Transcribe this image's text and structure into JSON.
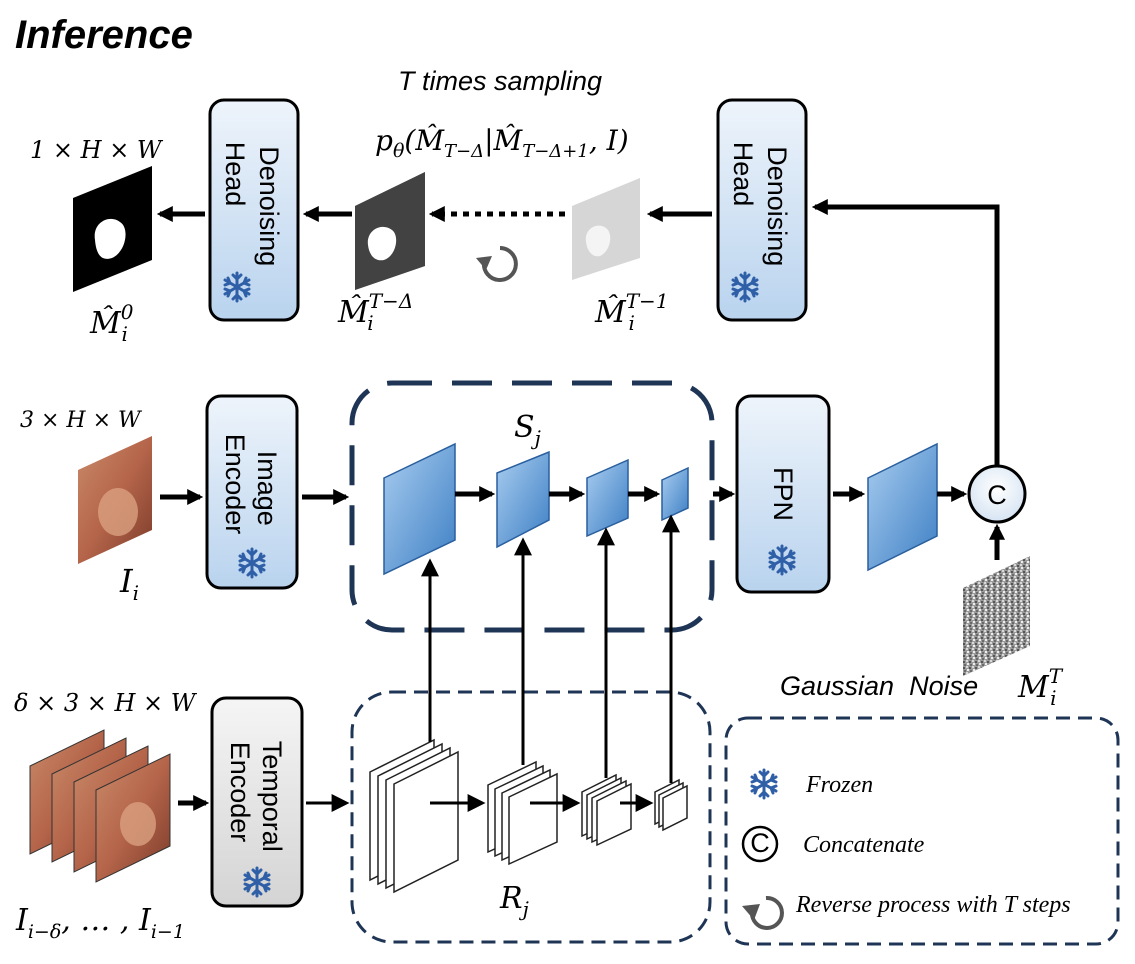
{
  "title": "Inference",
  "sampling": {
    "label": "T times sampling",
    "formula": "pθ(M̂T−Δ|M̂T−Δ+1, I)"
  },
  "dims": {
    "output": "1 × H × W",
    "image": "3 × H × W",
    "temporal": "δ × 3 × H × W"
  },
  "modules": {
    "denoising_head": "Denoising Head",
    "denoising_head_lines": [
      "Denoising",
      "Head"
    ],
    "image_encoder_lines": [
      "Image",
      "Encoder"
    ],
    "temporal_encoder_lines": [
      "Temporal",
      "Encoder"
    ],
    "fpn": "FPN",
    "concat_symbol": "C"
  },
  "symbols": {
    "mask_final": "M̂i0",
    "mask_t_delta": "M̂iT−Δ",
    "mask_t_1": "M̂iT−1",
    "image_input": "Ii",
    "temporal_input": "Ii−δ, … , Ii−1",
    "s_features": "Sj",
    "r_features": "Rj",
    "noise": "MiT"
  },
  "gaussian_noise_label": "Gaussian  Noise",
  "legend": [
    {
      "icon": "snowflake-icon",
      "label": "Frozen"
    },
    {
      "icon": "concat-icon",
      "label": "Concatenate"
    },
    {
      "icon": "reverse-arrow-icon",
      "label": "Reverse process with T steps"
    }
  ],
  "colors": {
    "frozen_box_fill": "#d6e4f3",
    "temporal_box_fill": "#e6e6e6",
    "feature_blue": "#4d93d6",
    "dashed_border": "#1f3556",
    "snowflake": "#2f5fa7"
  }
}
